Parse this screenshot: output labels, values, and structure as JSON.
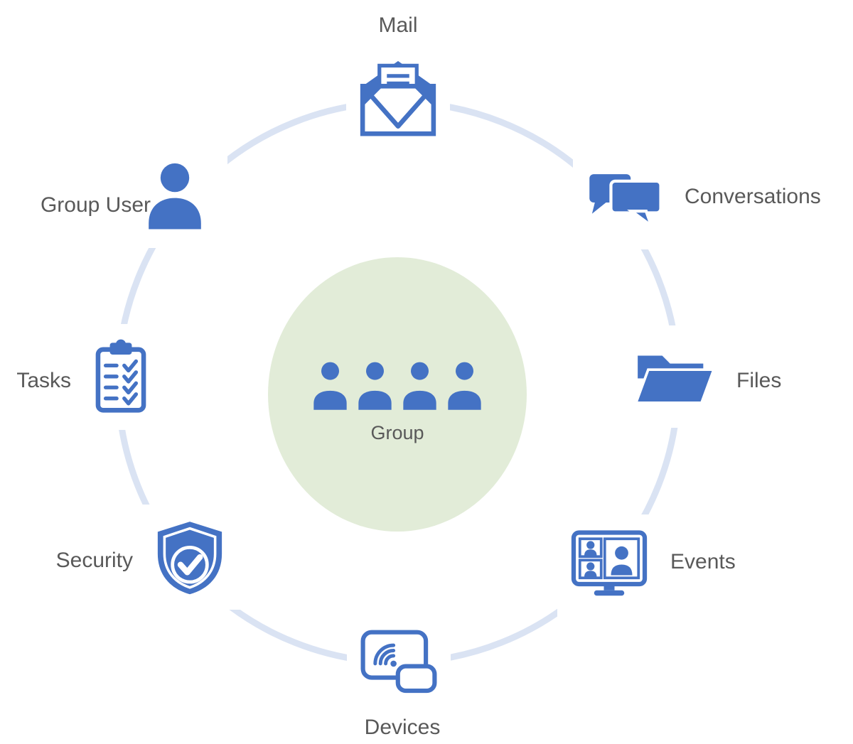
{
  "diagram": {
    "center": {
      "label": "Group",
      "icon": "group-people-icon"
    },
    "nodes": [
      {
        "id": "mail",
        "label": "Mail",
        "icon": "mail-icon",
        "label_position": "top"
      },
      {
        "id": "conversations",
        "label": "Conversations",
        "icon": "chat-bubbles-icon",
        "label_position": "right"
      },
      {
        "id": "files",
        "label": "Files",
        "icon": "folder-icon",
        "label_position": "right"
      },
      {
        "id": "events",
        "label": "Events",
        "icon": "video-meeting-icon",
        "label_position": "right"
      },
      {
        "id": "devices",
        "label": "Devices",
        "icon": "cast-screen-icon",
        "label_position": "bottom"
      },
      {
        "id": "security",
        "label": "Security",
        "icon": "shield-check-icon",
        "label_position": "left"
      },
      {
        "id": "tasks",
        "label": "Tasks",
        "icon": "clipboard-checklist-icon",
        "label_position": "left"
      },
      {
        "id": "group_user",
        "label": "Group User",
        "icon": "person-icon",
        "label_position": "left"
      }
    ],
    "colors": {
      "icon_blue": "#4472C4",
      "ring_blue": "#DAE3F3",
      "center_green": "#E2ECD8",
      "label_gray": "#595959",
      "node_bg": "#FFFFFF"
    }
  }
}
